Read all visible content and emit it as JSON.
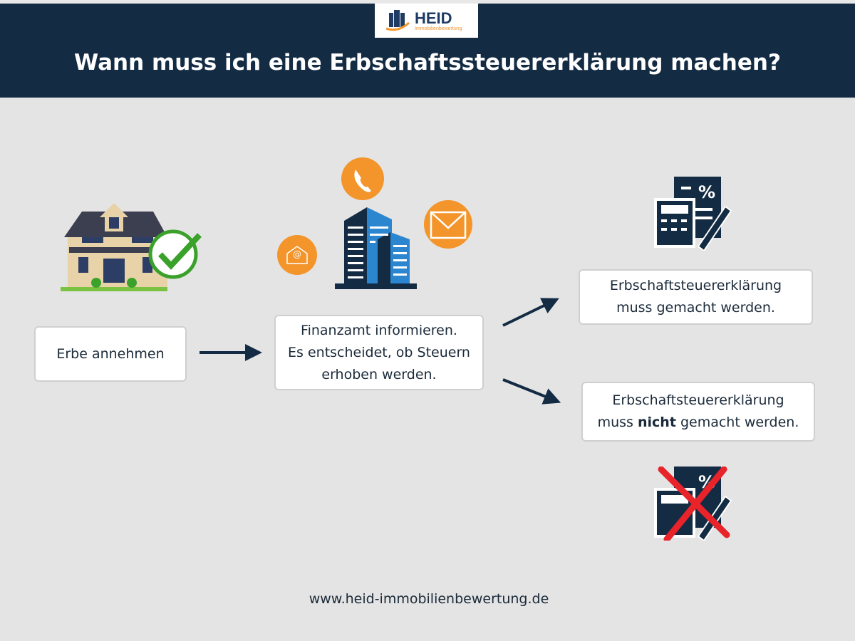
{
  "header": {
    "logo_name": "HEID",
    "logo_sub": "Immobilienbewertung",
    "title": "Wann muss ich eine Erbschaftssteuererklärung machen?"
  },
  "steps": {
    "accept": "Erbe annehmen",
    "inform_line1": "Finanzamt informieren.",
    "inform_line2": "Es entscheidet, ob Steuern",
    "inform_line3": "erhoben werden.",
    "yes_line1": "Erbschaftsteuererklärung",
    "yes_line2": "muss gemacht werden.",
    "no_line1": "Erbschaftsteuererklärung",
    "no_line2_pre": "muss ",
    "no_line2_bold": "nicht",
    "no_line2_post": " gemacht werden."
  },
  "footer": {
    "url": "www.heid-immobilienbewertung.de"
  },
  "colors": {
    "navy": "#132b43",
    "orange": "#f3952b",
    "blue": "#2b86cf",
    "green": "#3aa12a",
    "red": "#e8242a"
  }
}
